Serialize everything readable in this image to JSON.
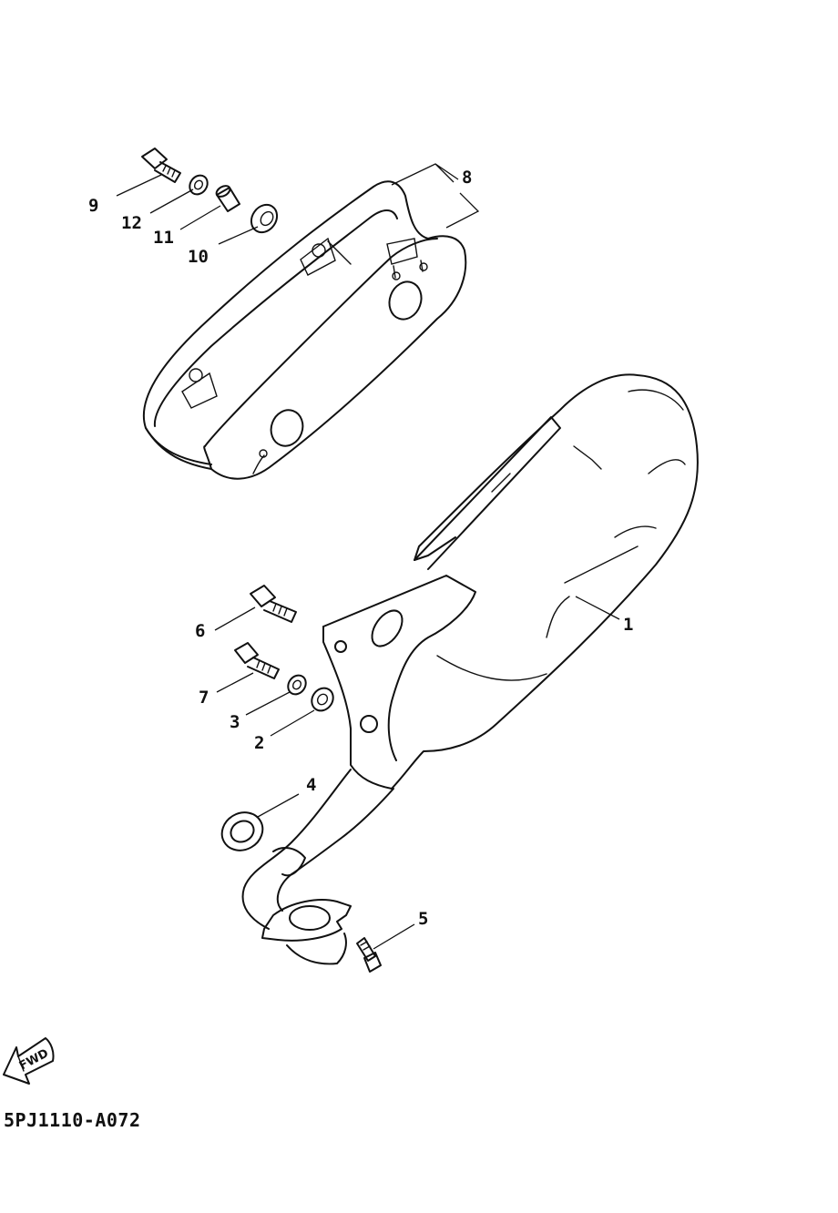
{
  "diagram": {
    "code": "5PJ1110-A072",
    "fwd_label": "FWD",
    "callouts": [
      {
        "id": "1",
        "label": "1"
      },
      {
        "id": "2",
        "label": "2"
      },
      {
        "id": "3",
        "label": "3"
      },
      {
        "id": "4",
        "label": "4"
      },
      {
        "id": "5",
        "label": "5"
      },
      {
        "id": "6",
        "label": "6"
      },
      {
        "id": "7",
        "label": "7"
      },
      {
        "id": "8",
        "label": "8"
      },
      {
        "id": "9",
        "label": "9"
      },
      {
        "id": "10",
        "label": "10"
      },
      {
        "id": "11",
        "label": "11"
      },
      {
        "id": "12",
        "label": "12"
      }
    ]
  }
}
